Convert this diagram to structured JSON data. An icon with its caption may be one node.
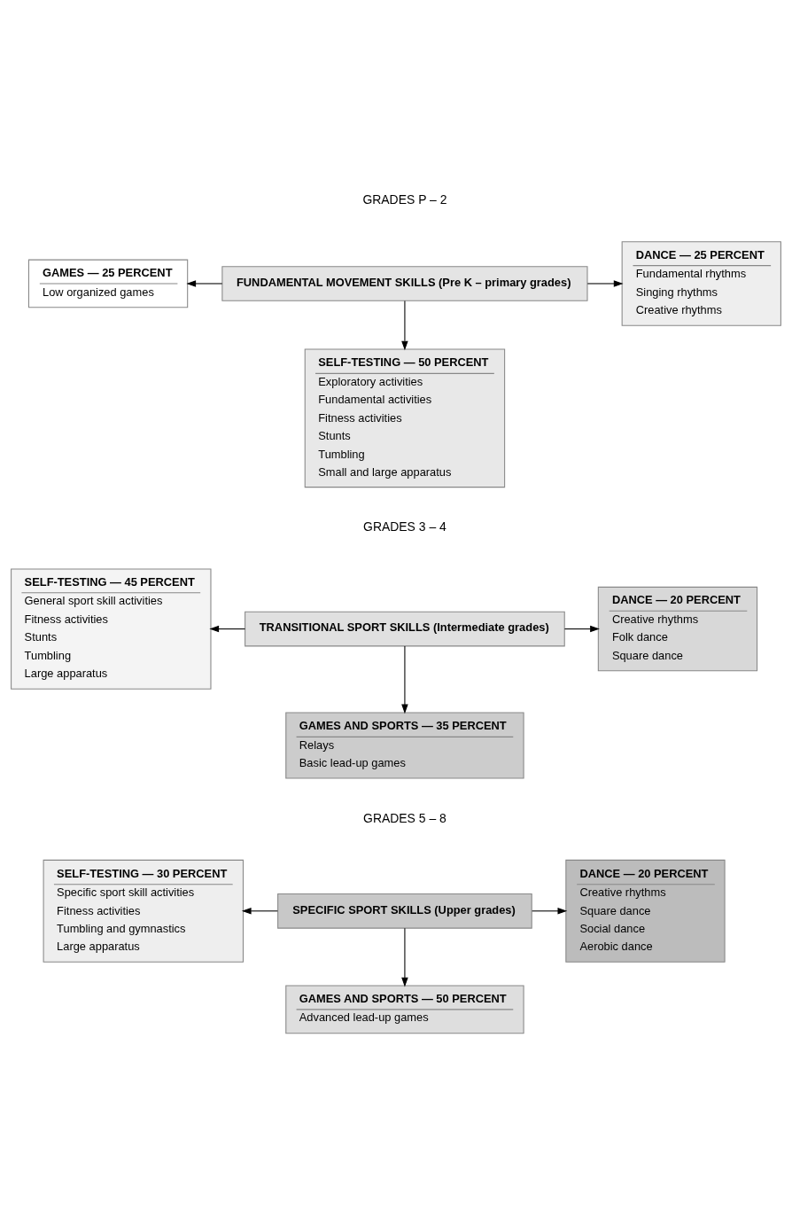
{
  "diagram": {
    "nodes": [
      {
        "text": [
          "GAMES — 25 PERCENT",
          "Low organized games"
        ]
      },
      {
        "text": [
          "FUNDAMENTAL MOVEMENT SKILLS (Pre K – primary grades)"
        ]
      },
      {
        "text": [
          "DANCE — 25 PERCENT",
          "Fundamental rhythms",
          "Singing rhythms",
          "Creative rhythms"
        ]
      },
      {
        "text": [
          "SELF-TESTING — 50 PERCENT",
          "Exploratory activities",
          "Fundamental activities",
          "Fitness activities",
          "Stunts",
          "Tumbling",
          "Small and large apparatus"
        ]
      },
      {
        "text": [
          "SELF-TESTING — 45 PERCENT",
          "General sport skill activities",
          "Fitness activities",
          "Stunts",
          "Tumbling",
          "Large apparatus"
        ]
      },
      {
        "text": [
          "TRANSITIONAL SPORT SKILLS (Intermediate grades)"
        ]
      },
      {
        "text": [
          "DANCE — 20 PERCENT",
          "Creative rhythms",
          "Folk dance",
          "Square dance"
        ]
      },
      {
        "text": [
          "GAMES AND SPORTS — 35 PERCENT",
          "Relays",
          "Basic lead-up games"
        ]
      },
      {
        "text": [
          "SELF-TESTING — 30 PERCENT",
          "Specific sport skill activities",
          "Fitness activities",
          "Tumbling and gymnastics",
          "Large apparatus"
        ]
      },
      {
        "text": [
          "SPECIFIC SPORT SKILLS (Upper grades)"
        ]
      },
      {
        "text": [
          "DANCE — 20 PERCENT",
          "Creative rhythms",
          "Square dance",
          "Social dance",
          "Aerobic dance"
        ]
      },
      {
        "text": [
          "GAMES AND SPORTS — 50 PERCENT",
          "Advanced lead-up games"
        ]
      }
    ],
    "edges": [
      {
        "from": 1,
        "to": 0,
        "arrow": "to"
      },
      {
        "from": 1,
        "to": 2,
        "arrow": "to"
      },
      {
        "from": 1,
        "to": 3,
        "arrow": "to"
      },
      {
        "from": 5,
        "to": 4,
        "arrow": "to"
      },
      {
        "from": 5,
        "to": 6,
        "arrow": "to"
      },
      {
        "from": 5,
        "to": 7,
        "arrow": "to"
      },
      {
        "from": 9,
        "to": 8,
        "arrow": "to"
      },
      {
        "from": 9,
        "to": 10,
        "arrow": "to"
      },
      {
        "from": 9,
        "to": 11,
        "arrow": "to"
      }
    ],
    "labels": [
      "GRADES P – 2",
      "GRADES 3 – 4",
      "GRADES 5 – 8"
    ]
  }
}
